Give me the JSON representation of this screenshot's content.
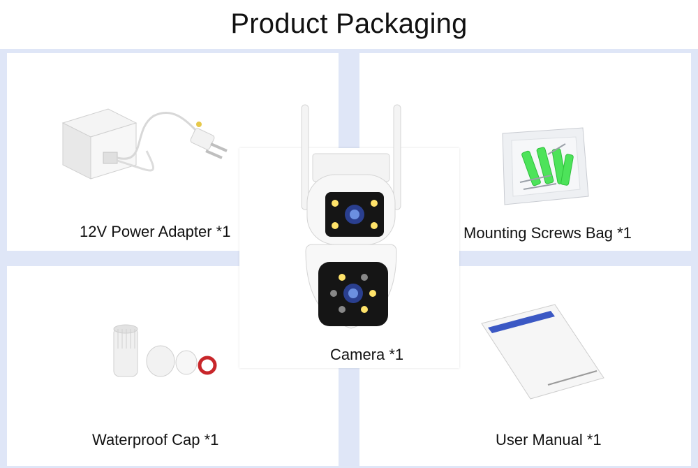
{
  "title": "Product Packaging",
  "items": {
    "power_adapter": "12V Power Adapter *1",
    "screws_bag": "Mounting Screws Bag *1",
    "waterproof_cap": "Waterproof Cap *1",
    "user_manual": "User Manual *1",
    "camera": "Camera *1"
  },
  "colors": {
    "background_grid": "#dfe6f7",
    "card": "#ffffff",
    "anchor_green": "#4de35a",
    "seal_ring_red": "#c8262a"
  }
}
